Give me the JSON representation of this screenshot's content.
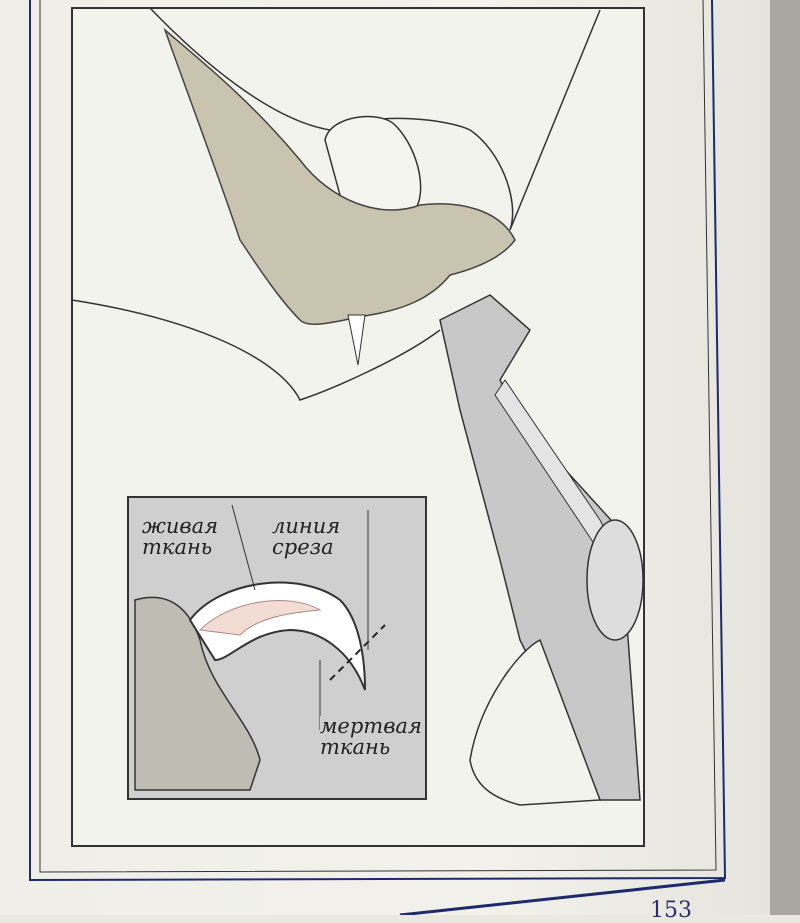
{
  "illustration": {
    "labels": {
      "live_tissue": [
        "живая",
        "ткань"
      ],
      "cut_line": [
        "линия",
        "среза"
      ],
      "dead_tissue": [
        "мертвая",
        "ткань"
      ]
    }
  },
  "page_number": "153",
  "colors": {
    "fur": "#c9c4b0",
    "inset_bg": "#cfcfcf",
    "frame": "#1f2a6b",
    "quick": "#f3dcd3"
  }
}
